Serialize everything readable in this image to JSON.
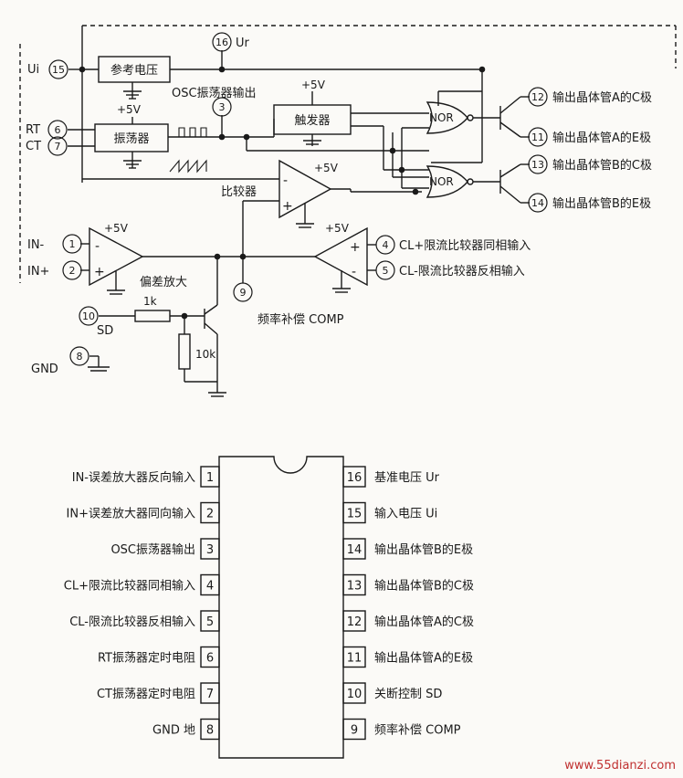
{
  "schematic": {
    "pin_nums": {
      "p15": "15",
      "p16": "16",
      "p3": "3",
      "p6": "6",
      "p7": "7",
      "p1": "1",
      "p2": "2",
      "p4": "4",
      "p5": "5",
      "p9": "9",
      "p10": "10",
      "p8": "8",
      "p12": "12",
      "p11": "11",
      "p13": "13",
      "p14": "14"
    },
    "labels": {
      "ui": "Ui",
      "ur": "Ur",
      "ref_block": "参考电压",
      "osc_block": "振荡器",
      "trig_block": "触发器",
      "osc_out": "OSC振荡器输出",
      "plus5v_a": "+5V",
      "plus5v_b": "+5V",
      "plus5v_c": "+5V",
      "plus5v_d": "+5V",
      "plus5v_e": "+5V",
      "rt": "RT",
      "ct": "CT",
      "nor_top": "NOR",
      "nor_bot": "NOR",
      "out12": "输出晶体管A的C极",
      "out11": "输出晶体管A的E极",
      "out13": "输出晶体管B的C极",
      "out14": "输出晶体管B的E极",
      "comparator": "比较器",
      "in_minus": "IN-",
      "in_plus": "IN+",
      "err_amp": "偏差放大",
      "cl_plus": "CL+限流比较器同相输入",
      "cl_minus": "CL-限流比较器反相输入",
      "comp": "频率补偿 COMP",
      "r1k": "1k",
      "r10k": "10k",
      "sd": "SD",
      "gnd": "GND",
      "minus": "-",
      "plus": "+",
      "minus2": "-",
      "plus2": "+",
      "minus3": "-",
      "plus3": "+"
    }
  },
  "pinout": {
    "left": [
      {
        "num": "1",
        "label": "IN-误差放大器反向输入"
      },
      {
        "num": "2",
        "label": "IN+误差放大器同向输入"
      },
      {
        "num": "3",
        "label": "OSC振荡器输出"
      },
      {
        "num": "4",
        "label": "CL+限流比较器同相输入"
      },
      {
        "num": "5",
        "label": "CL-限流比较器反相输入"
      },
      {
        "num": "6",
        "label": "RT振荡器定时电阻"
      },
      {
        "num": "7",
        "label": "CT振荡器定时电阻"
      },
      {
        "num": "8",
        "label": "GND  地"
      }
    ],
    "right": [
      {
        "num": "16",
        "label": "基准电压  Ur"
      },
      {
        "num": "15",
        "label": "输入电压  Ui"
      },
      {
        "num": "14",
        "label": "输出晶体管B的E极"
      },
      {
        "num": "13",
        "label": "输出晶体管B的C极"
      },
      {
        "num": "12",
        "label": "输出晶体管A的C极"
      },
      {
        "num": "11",
        "label": "输出晶体管A的E极"
      },
      {
        "num": "10",
        "label": "关断控制  SD"
      },
      {
        "num": "9",
        "label": "频率补偿  COMP"
      }
    ]
  },
  "watermark": "www.55dianzi.com"
}
